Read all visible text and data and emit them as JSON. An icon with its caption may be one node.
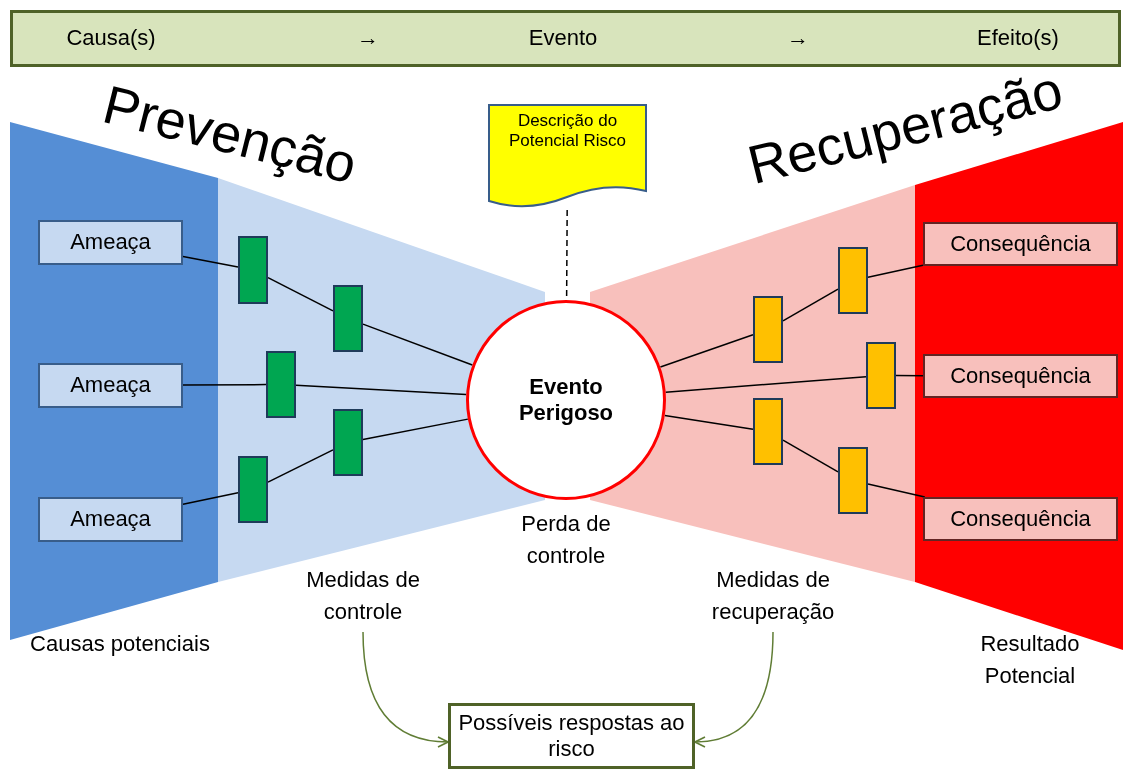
{
  "diagram": {
    "nodes": [
      {
        "text": [
          "Causa(s)",
          "→",
          "Evento",
          "→",
          "Efeito(s)"
        ]
      },
      {
        "text": [
          "Ameaça"
        ]
      },
      {
        "text": [
          "Ameaça"
        ]
      },
      {
        "text": [
          "Ameaça"
        ]
      },
      {
        "text": [],
        "shape": "bar"
      },
      {
        "text": [],
        "shape": "bar"
      },
      {
        "text": [],
        "shape": "bar"
      },
      {
        "text": [],
        "shape": "bar"
      },
      {
        "text": [],
        "shape": "bar"
      },
      {
        "text": [
          "Descrição do Potencial Risco"
        ]
      },
      {
        "text": [
          "Evento Perigoso"
        ],
        "beside": [
          "Perda de controle"
        ]
      },
      {
        "text": [],
        "shape": "bar"
      },
      {
        "text": [],
        "shape": "bar"
      },
      {
        "text": [],
        "shape": "bar"
      },
      {
        "text": [],
        "shape": "bar"
      },
      {
        "text": [],
        "shape": "bar"
      },
      {
        "text": [
          "Consequência"
        ]
      },
      {
        "text": [
          "Consequência"
        ]
      },
      {
        "text": [
          "Consequência"
        ]
      },
      {
        "text": [
          "Medidas de controle"
        ]
      },
      {
        "text": [
          "Medidas de recuperação"
        ]
      },
      {
        "text": [
          "Possíveis respostas ao risco"
        ]
      }
    ],
    "edges": [
      {
        "from": 1,
        "to": 4,
        "arrow": "none"
      },
      {
        "from": 4,
        "to": 5,
        "arrow": "none"
      },
      {
        "from": 5,
        "to": 10,
        "arrow": "none"
      },
      {
        "from": 2,
        "to": 6,
        "arrow": "none"
      },
      {
        "from": 6,
        "to": 10,
        "arrow": "none"
      },
      {
        "from": 3,
        "to": 8,
        "arrow": "none"
      },
      {
        "from": 8,
        "to": 7,
        "arrow": "none"
      },
      {
        "from": 7,
        "to": 10,
        "arrow": "none"
      },
      {
        "from": 9,
        "to": 10,
        "arrow": "none",
        "style": "dashed"
      },
      {
        "from": 10,
        "to": 12,
        "arrow": "none"
      },
      {
        "from": 12,
        "to": 11,
        "arrow": "none"
      },
      {
        "from": 11,
        "to": 16,
        "arrow": "none"
      },
      {
        "from": 10,
        "to": 13,
        "arrow": "none"
      },
      {
        "from": 13,
        "to": 17,
        "arrow": "none"
      },
      {
        "from": 10,
        "to": 14,
        "arrow": "none"
      },
      {
        "from": 14,
        "to": 15,
        "arrow": "none"
      },
      {
        "from": 15,
        "to": 18,
        "arrow": "none"
      },
      {
        "from": 19,
        "to": 21,
        "arrow": "to",
        "color": "#607d35"
      },
      {
        "from": 20,
        "to": 21,
        "arrow": "to",
        "color": "#607d35"
      }
    ],
    "labels": [
      "Prevenção",
      "Recuperação",
      "Causas potenciais",
      "Resultado Potencial"
    ]
  }
}
